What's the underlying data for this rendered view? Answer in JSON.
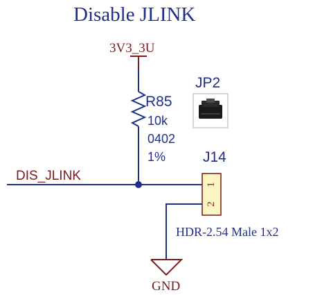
{
  "title": "Disable JLINK",
  "power": {
    "net": "3V3_3U"
  },
  "resistor": {
    "ref": "R85",
    "value": "10k",
    "package": "0402",
    "tolerance": "1%"
  },
  "jumper": {
    "ref": "JP2"
  },
  "header": {
    "ref": "J14",
    "description": "HDR-2.54 Male 1x2",
    "pins": [
      "1",
      "2"
    ]
  },
  "signal": {
    "net": "DIS_JLINK"
  },
  "ground": {
    "net": "GND"
  },
  "colors": {
    "wire": "#1f2e8c",
    "net_power": "#7a1a1a",
    "text": "#1f2e8c",
    "header_fill": "#fdf6c3"
  }
}
